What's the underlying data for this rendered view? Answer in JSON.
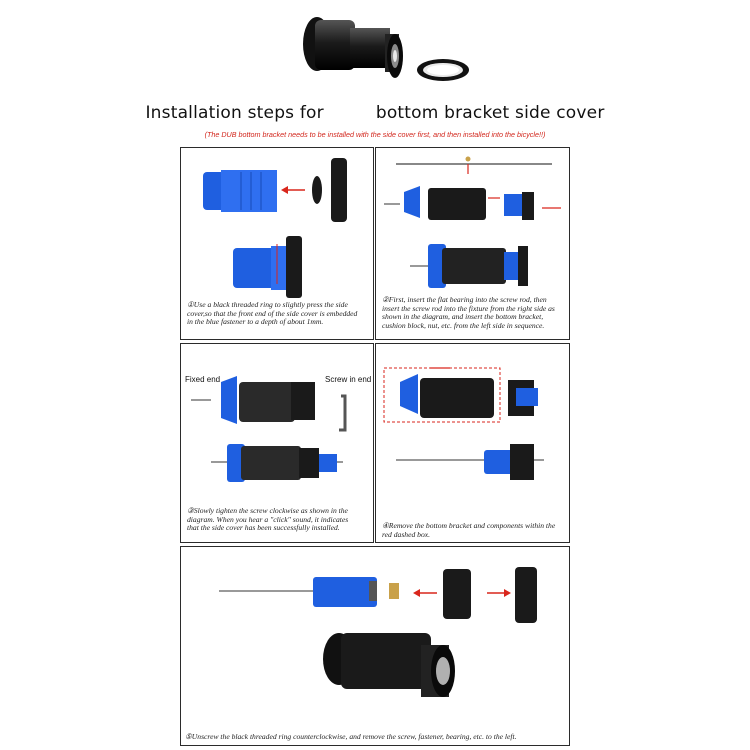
{
  "header": {
    "title_part1": "Installation steps for",
    "title_part2": "bottom bracket side cover",
    "subtitle": "(The DUB bottom bracket needs to be installed with the side cover first, and then installed into the bicycle!!)"
  },
  "steps": [
    {
      "caption": "①Use a black threaded ring to slightly press the side cover,so that the front end of the side cover is embedded in the blue fastener to a depth of about 1mm."
    },
    {
      "caption": "②First, insert the flat bearing into the screw rod, then insert the screw rod into the fixture from the right side as shown in the diagram, and insert the bottom bracket, cushion block, nut, etc. from the left side in sequence."
    },
    {
      "caption": "③Slowly tighten the screw clockwise as shown in the diagram. When you hear a \"click\" sound, it indicates that the side cover has been successfully installed.",
      "label_fixed": "Fixed end",
      "label_screw": "Screw in end"
    },
    {
      "caption": "④Remove the bottom bracket and components within the red dashed box."
    },
    {
      "caption": "⑤Unscrew the black threaded ring counterclockwise, and remove the screw, fastener, bearing, etc. to the left."
    }
  ],
  "colors": {
    "blue": "#1f5fe0",
    "black_part": "#1a1a1a",
    "arrow_red": "#d9261c",
    "border": "#2b2b2b"
  }
}
